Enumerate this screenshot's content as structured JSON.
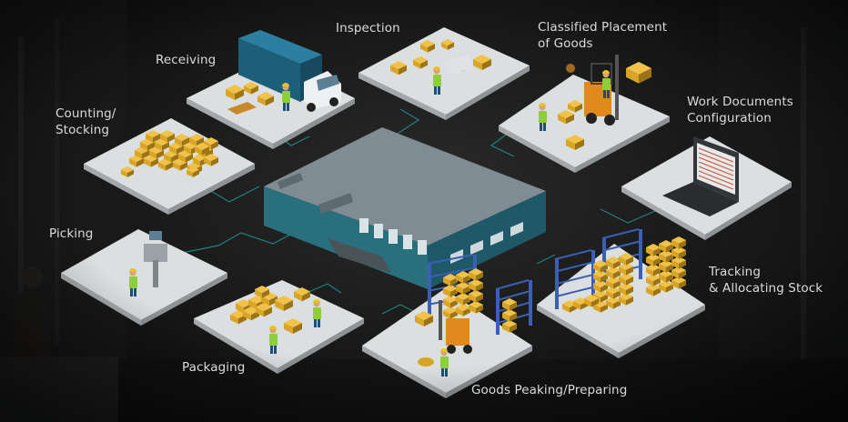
{
  "labels": {
    "receiving": "Receiving",
    "inspection": "Inspection",
    "classified_line1": "Classified Placement",
    "classified_line2": "of Goods",
    "counting_line1": "Counting/",
    "counting_line2": "Stocking",
    "work_docs_line1": "Work Documents",
    "work_docs_line2": "Configuration",
    "picking": "Picking",
    "tracking_line1": "Tracking",
    "tracking_line2": "& Allocating Stock",
    "packaging": "Packaging",
    "goods_peaking": "Goods Peaking/Preparing"
  },
  "colors": {
    "tile_top": "#dcdfe0",
    "tile_side": "#8e9395",
    "connector": "#1f8c8c",
    "box": "#d8a526",
    "box_dark": "#9c7416",
    "warehouse_wall": "#2a6f7e",
    "warehouse_roof": "#7f8c93",
    "truck_cab": "#eef1f2",
    "truck_box": "#1d5e79",
    "forklift": "#e08a1c",
    "worker_vest": "#8ccf3a",
    "worker_pants": "#1e4f79",
    "rack": "#3a5fb5",
    "laptop": "#333638",
    "screen": "#c8573a"
  }
}
